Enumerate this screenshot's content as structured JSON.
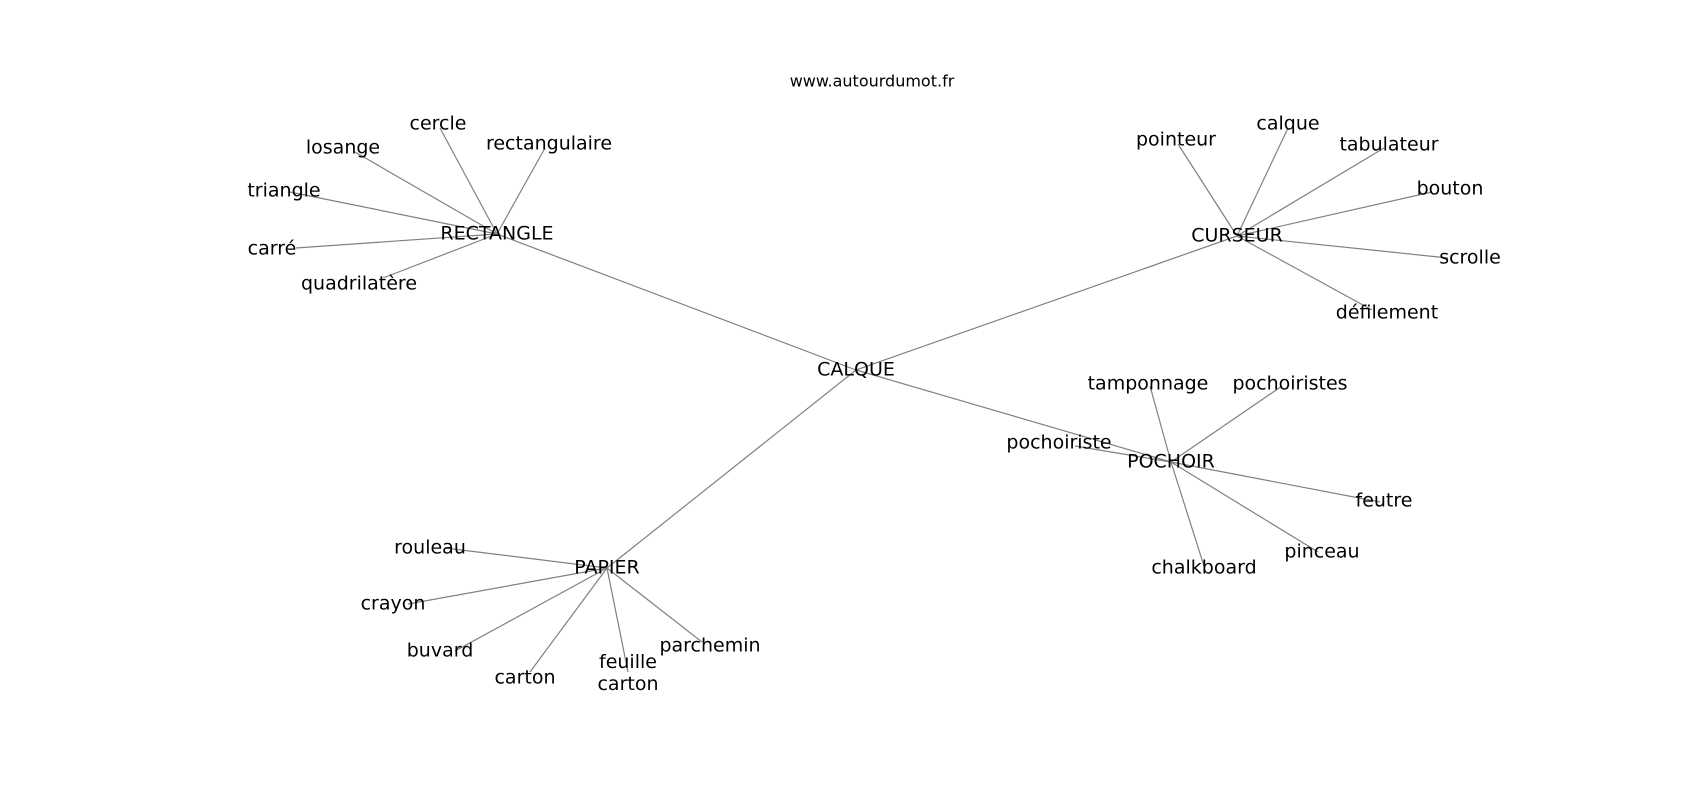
{
  "source_text": "www.autourdumot.fr",
  "center": "CALQUE",
  "hubs": [
    {
      "id": "RECTANGLE",
      "label": "RECTANGLE",
      "leaves": [
        "cercle",
        "losange",
        "rectangulaire",
        "triangle",
        "carré",
        "quadrilatère"
      ]
    },
    {
      "id": "CURSEUR",
      "label": "CURSEUR",
      "leaves": [
        "pointeur",
        "calque",
        "tabulateur",
        "bouton",
        "scrolle",
        "défilement"
      ]
    },
    {
      "id": "POCHOIR",
      "label": "POCHOIR",
      "leaves": [
        "tamponnage",
        "pochoiristes",
        "pochoiriste",
        "feutre",
        "pinceau",
        "chalkboard"
      ]
    },
    {
      "id": "PAPIER",
      "label": "PAPIER",
      "leaves": [
        "rouleau",
        "crayon",
        "buvard",
        "carton",
        "feuille\ncarton",
        "parchemin"
      ]
    }
  ]
}
